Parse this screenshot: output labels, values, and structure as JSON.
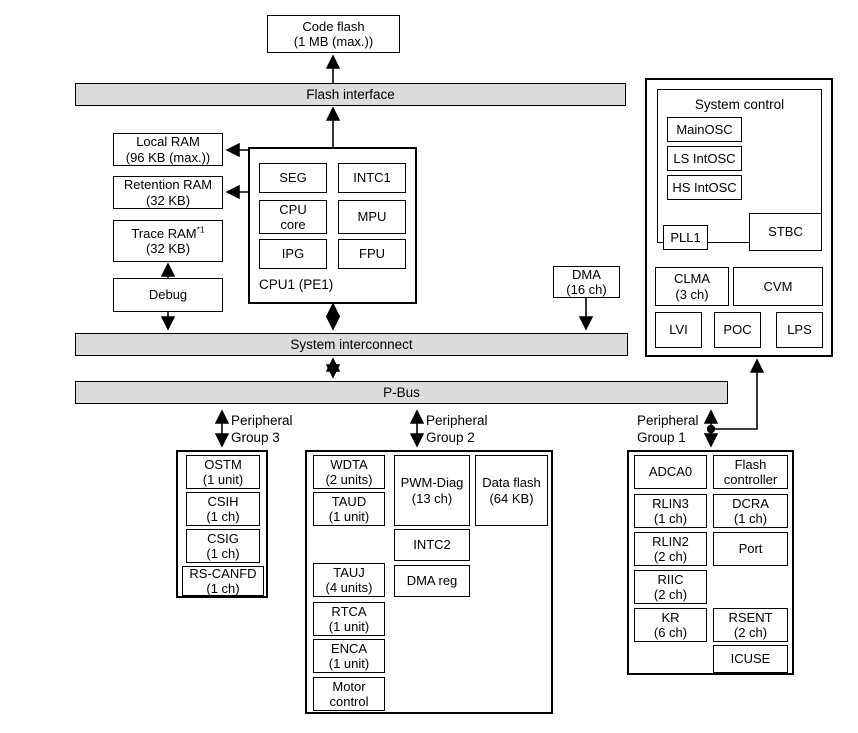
{
  "diagram": {
    "title": "MCU block diagram",
    "colors": {
      "bus_fill": "#dcdcdc",
      "line": "#000000",
      "box_fill": "#ffffff"
    }
  },
  "top": {
    "code_flash": {
      "line1": "Code flash",
      "line2": "(1 MB (max.))"
    },
    "flash_interface": "Flash interface"
  },
  "memory_column": {
    "local_ram": {
      "line1": "Local RAM",
      "line2": "(96 KB (max.))"
    },
    "retention_ram": {
      "line1": "Retention RAM",
      "line2": "(32 KB)"
    },
    "trace_ram": {
      "line1": "Trace RAM",
      "note": "*1",
      "line2": "(32 KB)"
    },
    "debug": {
      "line1": "Debug"
    }
  },
  "cpu": {
    "label": "CPU1 (PE1)",
    "blocks": [
      {
        "name": "SEG",
        "label": "SEG"
      },
      {
        "name": "INTC1",
        "label": "INTC1"
      },
      {
        "name": "cpu-core",
        "line1": "CPU",
        "line2": "core"
      },
      {
        "name": "MPU",
        "label": "MPU"
      },
      {
        "name": "IPG",
        "label": "IPG"
      },
      {
        "name": "FPU",
        "label": "FPU"
      }
    ]
  },
  "dma": {
    "line1": "DMA",
    "line2": "(16 ch)"
  },
  "buses": {
    "system_interconnect": "System interconnect",
    "p_bus": "P-Bus"
  },
  "system_control": {
    "title": "System control",
    "oscillators": [
      {
        "label": "MainOSC"
      },
      {
        "label": "LS IntOSC"
      },
      {
        "label": "HS IntOSC"
      }
    ],
    "pll": {
      "label": "PLL1"
    },
    "stbc": {
      "label": "STBC"
    },
    "monitors": [
      {
        "line1": "CLMA",
        "line2": "(3 ch)"
      },
      {
        "line1": "CVM"
      }
    ],
    "supply": [
      {
        "label": "LVI"
      },
      {
        "label": "POC"
      },
      {
        "label": "LPS"
      }
    ]
  },
  "peripheral_group_3": {
    "caption": "Peripheral\nGroup 3",
    "items": [
      {
        "line1": "OSTM",
        "line2": "(1 unit)"
      },
      {
        "line1": "CSIH",
        "line2": "(1 ch)"
      },
      {
        "line1": "CSIG",
        "line2": "(1 ch)"
      },
      {
        "line1": "RS-CANFD",
        "line2": "(1 ch)"
      }
    ]
  },
  "peripheral_group_2": {
    "caption": "Peripheral\nGroup 2",
    "column_left": [
      {
        "line1": "WDTA",
        "line2": "(2 units)"
      },
      {
        "line1": "TAUD",
        "line2": "(1 unit)"
      },
      {
        "line1": "TAUJ",
        "line2": "(4 units)"
      },
      {
        "line1": "RTCA",
        "line2": "(1 unit)"
      },
      {
        "line1": "ENCA",
        "line2": "(1 unit)"
      },
      {
        "line1": "Motor",
        "line2": "control"
      }
    ],
    "column_mid": [
      {
        "line1": "PWM-Diag",
        "line2": "(13 ch)"
      },
      {
        "line1": "INTC2"
      },
      {
        "line1": "DMA reg"
      }
    ],
    "column_right": [
      {
        "line1": "Data flash",
        "line2": "(64 KB)"
      }
    ]
  },
  "peripheral_group_1": {
    "caption": "Peripheral\nGroup 1",
    "column_left": [
      {
        "line1": "ADCA0"
      },
      {
        "line1": "RLIN3",
        "line2": "(1 ch)"
      },
      {
        "line1": "RLIN2",
        "line2": "(2 ch)"
      },
      {
        "line1": "RIIC",
        "line2": "(2 ch)"
      },
      {
        "line1": "KR",
        "line2": "(6 ch)"
      }
    ],
    "column_right": [
      {
        "line1": "Flash",
        "line2": "controller"
      },
      {
        "line1": "DCRA",
        "line2": "(1 ch)"
      },
      {
        "line1": "Port"
      },
      {
        "line1": "RSENT",
        "line2": "(2 ch)"
      },
      {
        "line1": "ICUSE"
      }
    ]
  }
}
